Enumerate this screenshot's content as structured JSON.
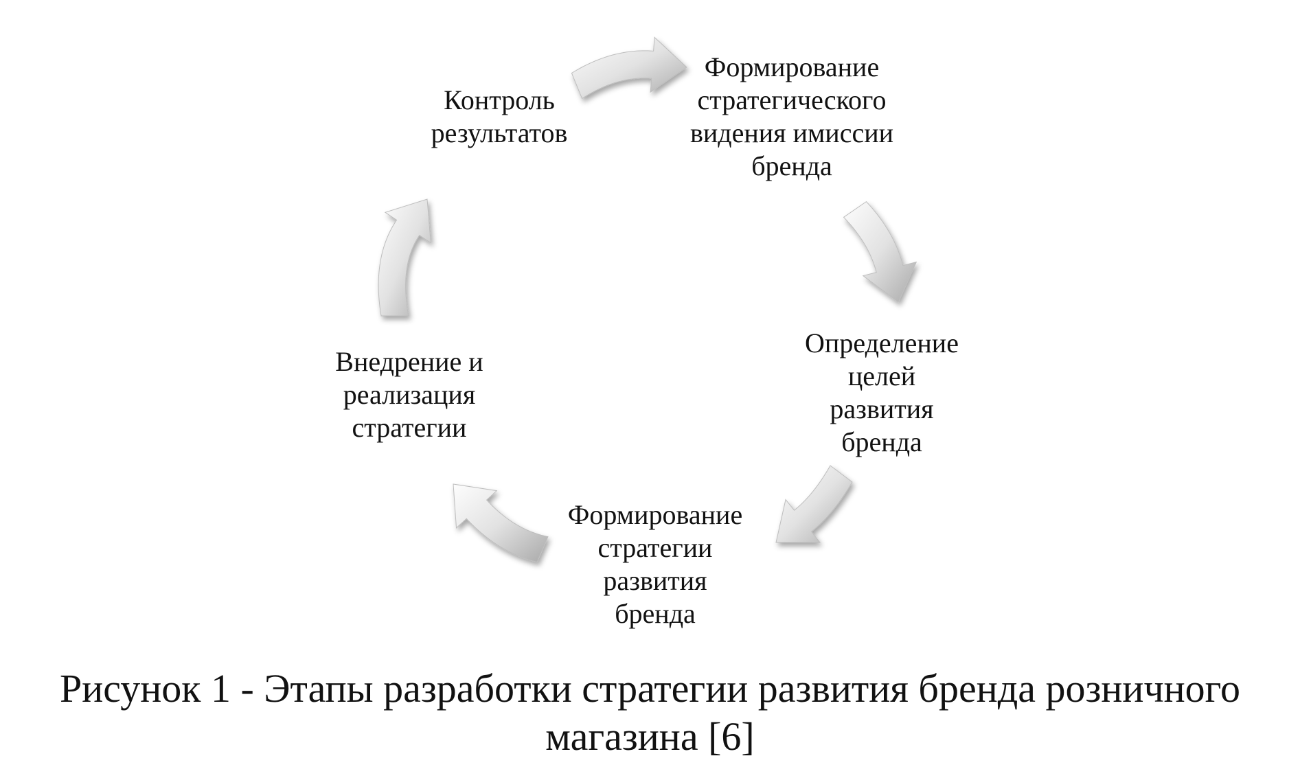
{
  "nodes": [
    {
      "lines": [
        "Формирование",
        "стратегического",
        "видения имиссии",
        "бренда"
      ]
    },
    {
      "lines": [
        "Определение",
        "целей",
        "развития",
        "бренда"
      ]
    },
    {
      "lines": [
        "Формирование",
        "стратегии",
        "развития",
        "бренда"
      ]
    },
    {
      "lines": [
        "Внедрение и",
        "реализация",
        "стратегии"
      ]
    },
    {
      "lines": [
        "Контроль",
        "результатов"
      ]
    }
  ],
  "caption": {
    "line1": "Рисунок 1 - Этапы разработки стратегии развития бренда розничного",
    "line2": "магазина [6]"
  }
}
